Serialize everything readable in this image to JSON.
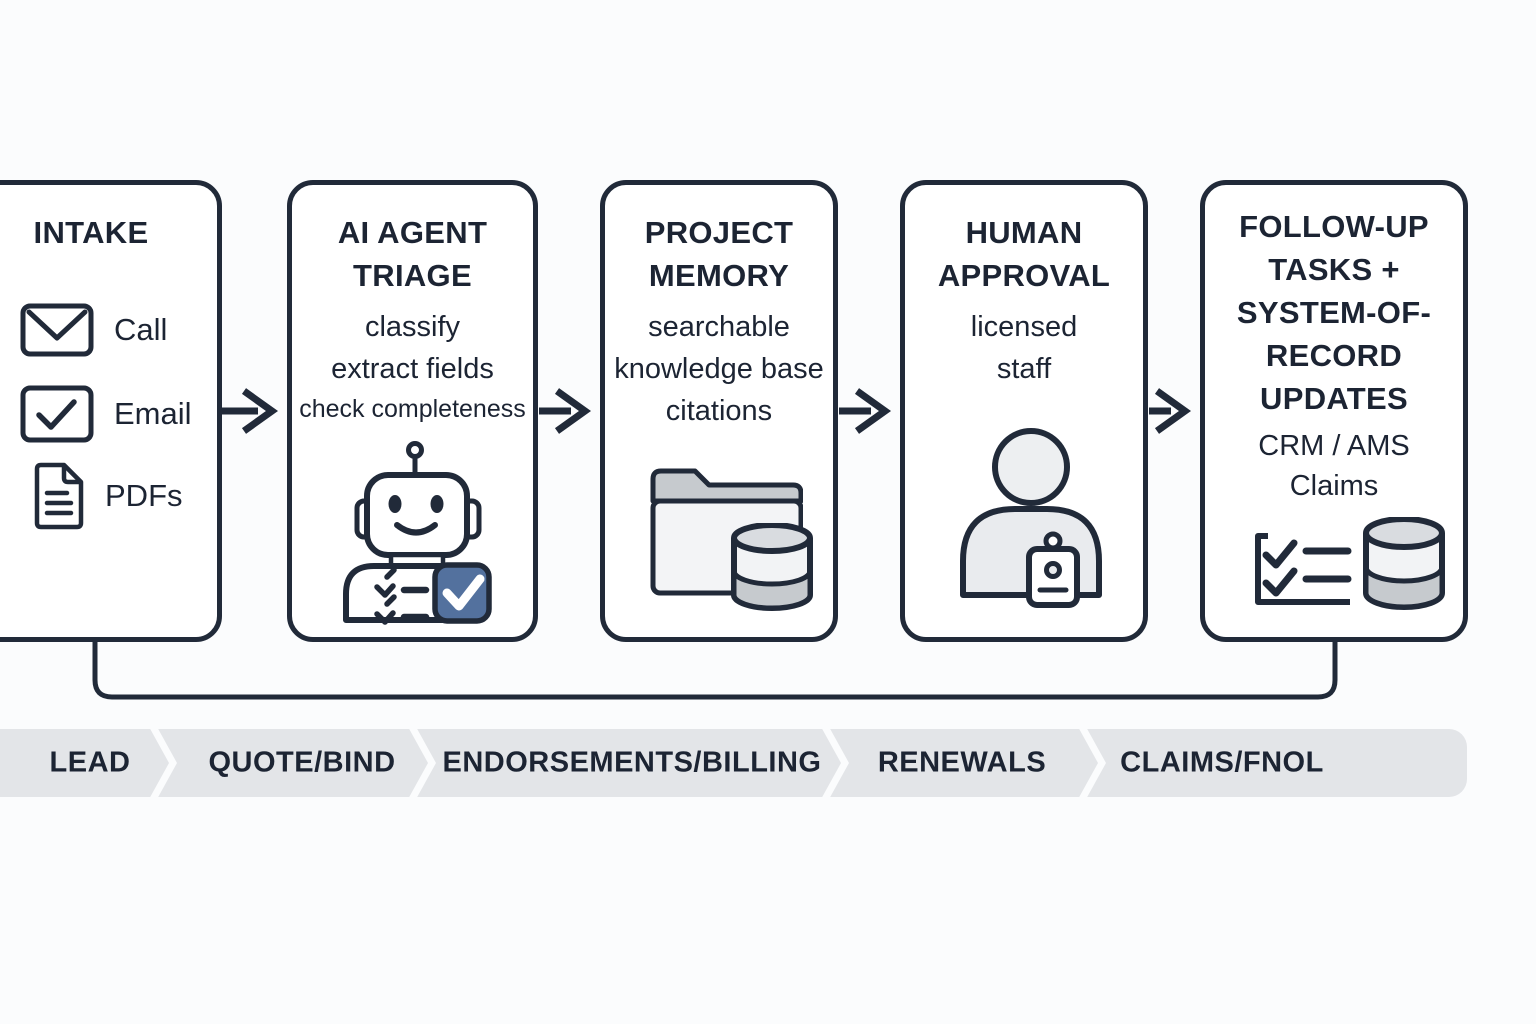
{
  "diagram": {
    "boxes": [
      {
        "title": "INTAKE",
        "items": [
          {
            "icon": "envelope-icon",
            "label": "Call"
          },
          {
            "icon": "checkbox-icon",
            "label": "Email"
          },
          {
            "icon": "document-icon",
            "label": "PDFs"
          }
        ]
      },
      {
        "title_lines": [
          "AI AGENT",
          "TRIAGE"
        ],
        "sub_lines": [
          "classify",
          "extract fields",
          "check completeness"
        ],
        "icon": "robot-checklist-icon"
      },
      {
        "title_lines": [
          "PROJECT",
          "MEMORY"
        ],
        "sub_lines": [
          "searchable",
          "knowledge base",
          "citations"
        ],
        "icon": "folder-database-icon"
      },
      {
        "title_lines": [
          "HUMAN",
          "APPROVAL"
        ],
        "sub_lines": [
          "licensed",
          "staff"
        ],
        "icon": "person-badge-icon"
      },
      {
        "title_lines": [
          "FOLLOW-UP",
          "TASKS +",
          "SYSTEM-OF-",
          "RECORD",
          "UPDATES"
        ],
        "sub_lines": [
          "CRM / AMS",
          "Claims"
        ],
        "icons": [
          "checklist-icon",
          "database-icon"
        ]
      }
    ],
    "pipeline_stages": [
      "LEAD",
      "QUOTE/BIND",
      "ENDORSEMENTS/BILLING",
      "RENEWALS",
      "CLAIMS/FNOL"
    ],
    "colors": {
      "outline_navy": "#212a39",
      "text_navy": "#1c2433",
      "badge_blue": "#53719e",
      "bar_bg": "#e3e5e8",
      "bar_separator": "#fbfcfd",
      "light_gray_fill": "#e9ebee",
      "page_bg": "#fbfcfd"
    }
  }
}
